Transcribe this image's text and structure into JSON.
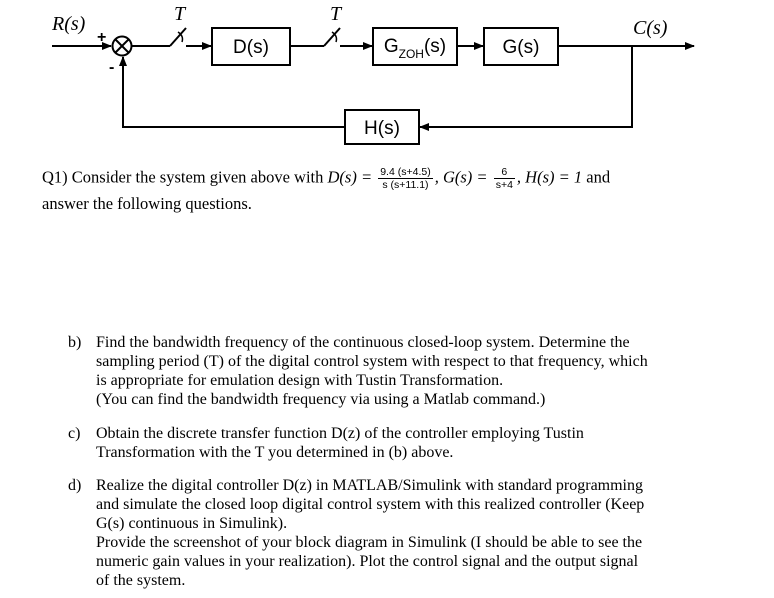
{
  "diagram": {
    "input_label": "R(s)",
    "output_label": "C(s)",
    "sampler_label_1": "T",
    "sampler_label_2": "T",
    "plus_sign": "+",
    "minus_sign": "-",
    "block_d": "D(s)",
    "block_gzoh_main": "G",
    "block_gzoh_sub": "ZOH",
    "block_gzoh_tail": "(s)",
    "block_g": "G(s)",
    "block_h": "H(s)"
  },
  "question": {
    "q1_prefix": "Q1) Consider the system given above with ",
    "d_lhs": "D(s) =",
    "d_num": "9.4 (s+4.5)",
    "d_den": "s (s+11.1)",
    "g_lhs": ", G(s) =",
    "g_num": "6",
    "g_den": "s+4",
    "h_expr": ", H(s) = 1",
    "q1_and": " and",
    "q1_line2": "answer the following questions."
  },
  "items": {
    "b": {
      "letter": "b)",
      "lines": [
        "Find the bandwidth frequency of the continuous closed-loop system. Determine the",
        "sampling period (T) of the digital control system with respect to that frequency, which",
        "is appropriate for emulation design with Tustin Transformation.",
        "(You can find the bandwidth frequency via using a Matlab command.)"
      ]
    },
    "c": {
      "letter": "c)",
      "lines": [
        "Obtain the discrete transfer function D(z) of the controller employing Tustin",
        "Transformation with the T you determined in (b) above."
      ]
    },
    "d": {
      "letter": "d)",
      "lines": [
        "Realize the digital controller D(z) in MATLAB/Simulink with standard programming",
        "and simulate the closed loop digital control system with this realized controller (Keep",
        "G(s) continuous in Simulink).",
        "Provide the screenshot of your block diagram in Simulink (I should be able to see the",
        "numeric gain values in your realization). Plot the control signal and the output signal",
        "of the system."
      ]
    }
  }
}
